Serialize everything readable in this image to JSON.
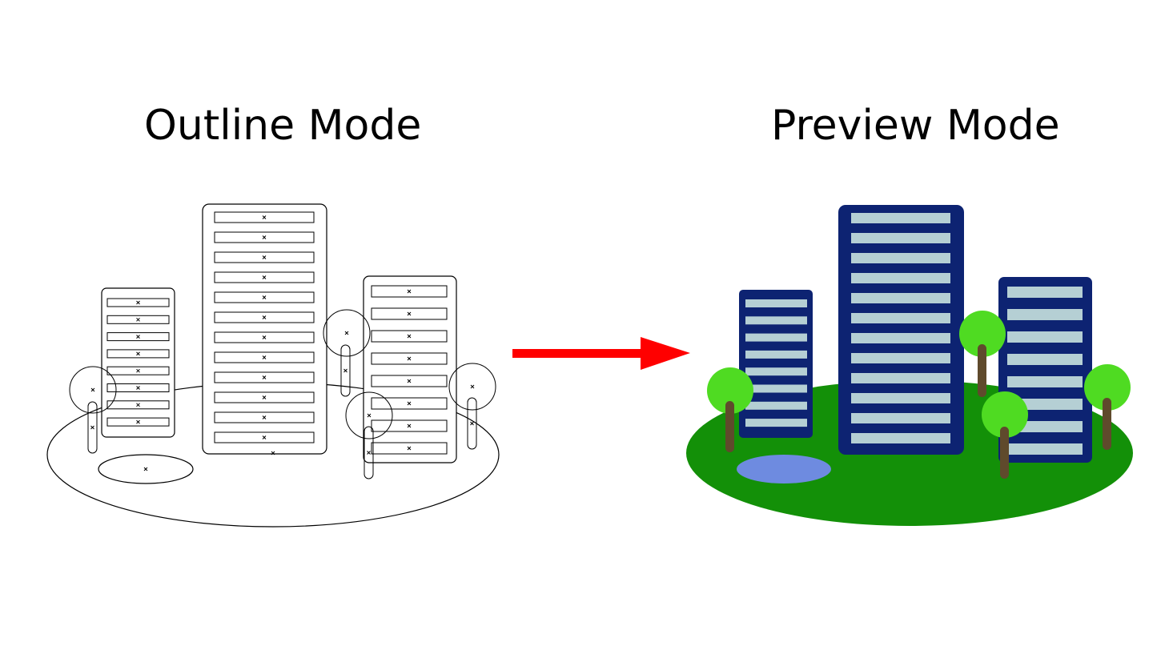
{
  "left_panel": {
    "title": "Outline Mode"
  },
  "right_panel": {
    "title": "Preview Mode"
  },
  "colors": {
    "arrow": "#ff0000",
    "building": "#0d2372",
    "window": "#b5cfd4",
    "ground": "#139008",
    "pond": "#6e8be0",
    "tree_canopy": "#4fdb22",
    "tree_trunk": "#5f4a2c",
    "outline_stroke": "#000000",
    "outline_fill": "#ffffff"
  },
  "icons": {
    "arrow": "right-arrow",
    "outline_marker": "x-marker"
  }
}
